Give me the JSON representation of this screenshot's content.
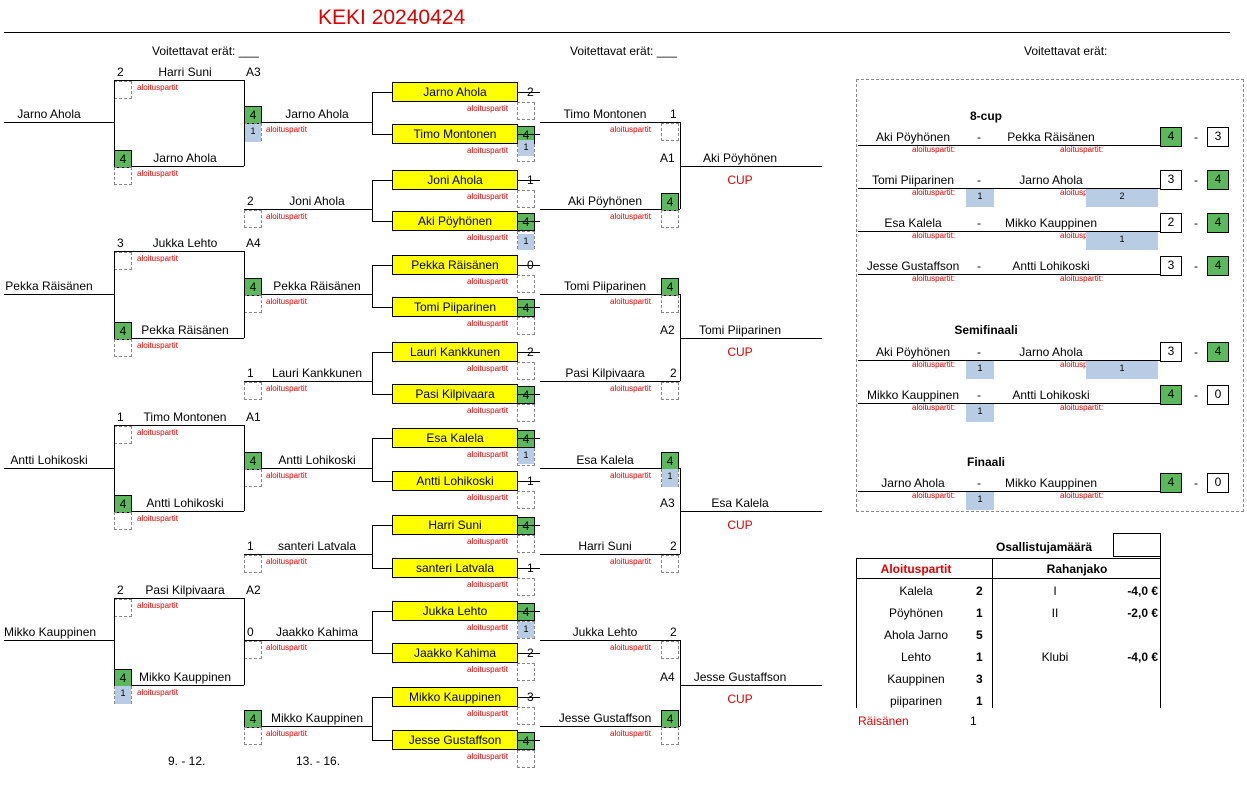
{
  "title": "KEKI 20240424",
  "voitettavat": "Voitettavat erät:",
  "aloitus": "aloituspartit",
  "aloitus_colon": "aloituspartit:",
  "cup": "CUP",
  "round_labels": [
    "9. - 12.",
    "13. - 16."
  ],
  "col0": [
    "Jarno Ahola",
    "Pekka Räisänen",
    "Antti Lohikoski",
    "Mikko Kauppinen"
  ],
  "col1": [
    {
      "score": "2",
      "name": "Harri Suni",
      "tag": "A3"
    },
    {
      "score": "4",
      "name": "Jarno Ahola",
      "tag": ""
    },
    {
      "score": "3",
      "name": "Jukka Lehto",
      "tag": "A4"
    },
    {
      "score": "4",
      "name": "Pekka Räisänen",
      "tag": ""
    },
    {
      "score": "1",
      "name": "Timo Montonen",
      "tag": "A1"
    },
    {
      "score": "4",
      "name": "Antti Lohikoski",
      "tag": ""
    },
    {
      "score": "2",
      "name": "Pasi Kilpivaara",
      "tag": "A2"
    },
    {
      "score": "4",
      "name": "Mikko Kauppinen",
      "tag": ""
    }
  ],
  "col2": [
    {
      "score": "4",
      "name": "Jarno Ahola"
    },
    {
      "score": "2",
      "name": "Joni Ahola"
    },
    {
      "score": "4",
      "name": "Pekka Räisänen"
    },
    {
      "score": "1",
      "name": "Lauri Kankkunen"
    },
    {
      "score": "4",
      "name": "Antti Lohikoski"
    },
    {
      "score": "1",
      "name": "santeri Latvala"
    },
    {
      "score": "0",
      "name": "Jaakko Kahima"
    },
    {
      "score": "4",
      "name": "Mikko Kauppinen"
    }
  ],
  "col3": [
    {
      "name": "Jarno Ahola",
      "score": "2"
    },
    {
      "name": "Timo Montonen",
      "score": "4"
    },
    {
      "name": "Joni Ahola",
      "score": "1"
    },
    {
      "name": "Aki Pöyhönen",
      "score": "4"
    },
    {
      "name": "Pekka Räisänen",
      "score": "0"
    },
    {
      "name": "Tomi Piiparinen",
      "score": "4"
    },
    {
      "name": "Lauri Kankkunen",
      "score": "2"
    },
    {
      "name": "Pasi Kilpivaara",
      "score": "4"
    },
    {
      "name": "Esa Kalela",
      "score": "4"
    },
    {
      "name": "Antti Lohikoski",
      "score": "1"
    },
    {
      "name": "Harri Suni",
      "score": "4"
    },
    {
      "name": "santeri Latvala",
      "score": "1"
    },
    {
      "name": "Jukka Lehto",
      "score": "4"
    },
    {
      "name": "Jaakko Kahima",
      "score": "2"
    },
    {
      "name": "Mikko Kauppinen",
      "score": "3"
    },
    {
      "name": "Jesse Gustaffson",
      "score": "4"
    }
  ],
  "col4": [
    {
      "name": "Timo Montonen",
      "score": "1"
    },
    {
      "name": "Aki Pöyhönen",
      "score": "4"
    },
    {
      "name": "Tomi Piiparinen",
      "score": "4"
    },
    {
      "name": "Pasi Kilpivaara",
      "score": "2"
    },
    {
      "name": "Esa Kalela",
      "score": "4"
    },
    {
      "name": "Harri Suni",
      "score": "2"
    },
    {
      "name": "Jukka Lehto",
      "score": "2"
    },
    {
      "name": "Jesse Gustaffson",
      "score": "4"
    }
  ],
  "col5": [
    {
      "tag": "A1",
      "name": "Aki Pöyhönen"
    },
    {
      "tag": "A2",
      "name": "Tomi Piiparinen"
    },
    {
      "tag": "A3",
      "name": "Esa Kalela"
    },
    {
      "tag": "A4",
      "name": "Jesse Gustaffson"
    }
  ],
  "cup_sections": {
    "eight": {
      "title": "8-cup",
      "matches": [
        {
          "p1": "Aki Pöyhönen",
          "p2": "Pekka Räisänen",
          "s1": "4",
          "s2": "3"
        },
        {
          "p1": "Tomi Piiparinen",
          "p2": "Jarno Ahola",
          "s1": "3",
          "s2": "4",
          "a1": "1",
          "a2": "2"
        },
        {
          "p1": "Esa Kalela",
          "p2": "Mikko Kauppinen",
          "s1": "2",
          "s2": "4",
          "a2": "1"
        },
        {
          "p1": "Jesse Gustaffson",
          "p2": "Antti Lohikoski",
          "s1": "3",
          "s2": "4"
        }
      ]
    },
    "semi": {
      "title": "Semifinaali",
      "matches": [
        {
          "p1": "Aki Pöyhönen",
          "p2": "Jarno Ahola",
          "s1": "3",
          "s2": "4",
          "a1": "1",
          "a2": "1"
        },
        {
          "p1": "Mikko Kauppinen",
          "p2": "Antti Lohikoski",
          "s1": "4",
          "s2": "0",
          "a1": "1"
        }
      ]
    },
    "final": {
      "title": "Finaali",
      "matches": [
        {
          "p1": "Jarno Ahola",
          "p2": "Mikko Kauppinen",
          "s1": "4",
          "s2": "0",
          "a1": "1"
        }
      ]
    }
  },
  "dash": "-",
  "osallistuja_label": "Osallistujamäärä",
  "aloituspartit_header": "Aloituspartit",
  "rahanjako_header": "Rahanjako",
  "aloitus_table": [
    {
      "name": "Kalela",
      "count": "2"
    },
    {
      "name": "Pöyhönen",
      "count": "1"
    },
    {
      "name": "Ahola Jarno",
      "count": "5"
    },
    {
      "name": "Lehto",
      "count": "1"
    },
    {
      "name": "Kauppinen",
      "count": "3"
    },
    {
      "name": "piiparinen",
      "count": "1"
    }
  ],
  "rahanjako": [
    {
      "label": "I",
      "amount": "-4,0 €"
    },
    {
      "label": "II",
      "amount": "-2,0 €"
    },
    {
      "label": "Klubi",
      "amount": "-4,0 €"
    }
  ],
  "extra_row": {
    "name": "Räisänen",
    "count": "1"
  }
}
